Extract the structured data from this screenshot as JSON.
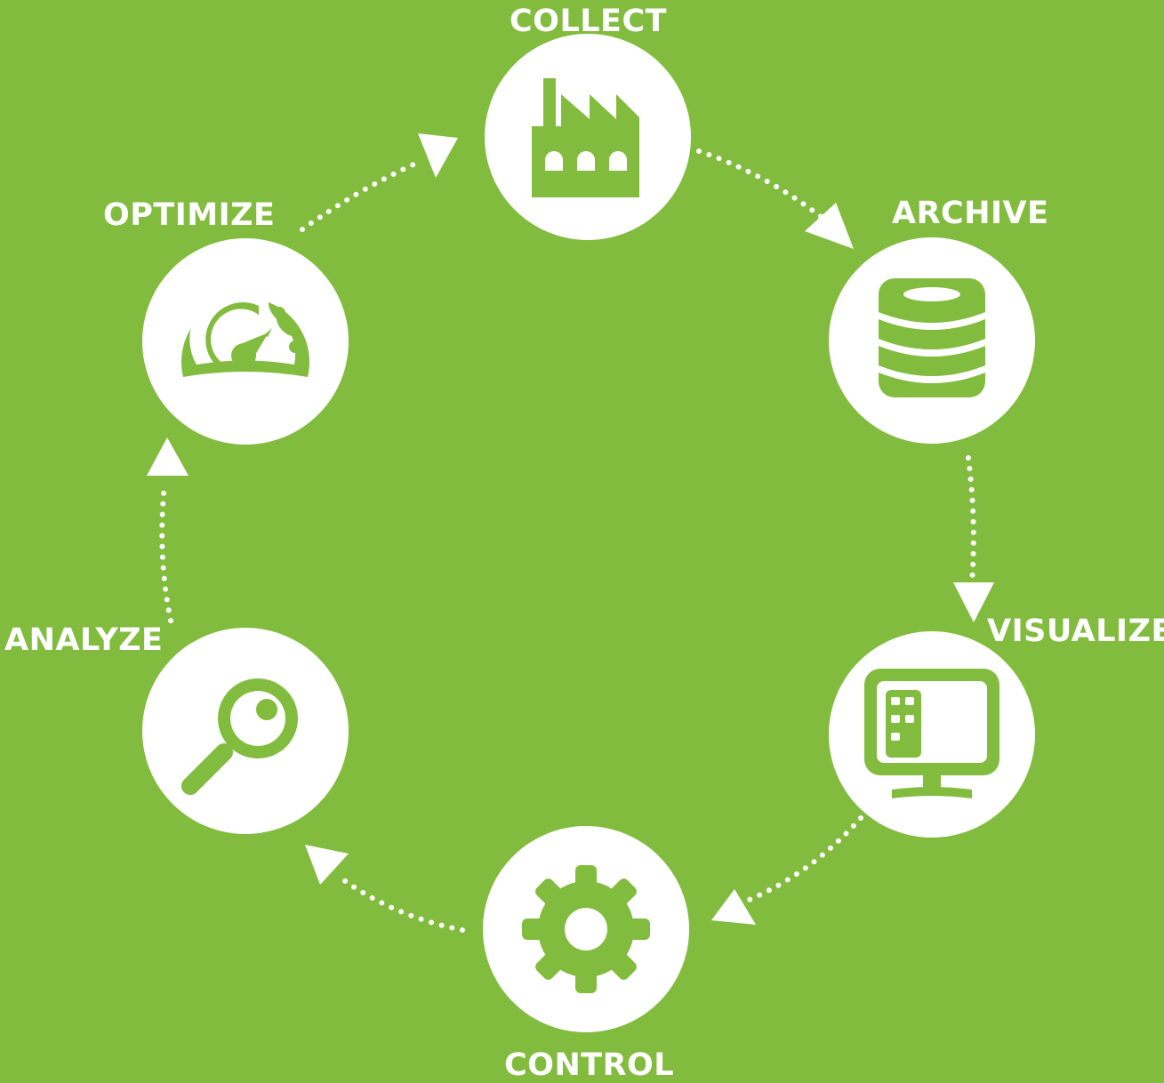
{
  "colors": {
    "background": "#82bc3e",
    "node_fill": "#ffffff",
    "icon_color": "#82bc3e",
    "connector": "#ffffff"
  },
  "stages": [
    {
      "label": "COLLECT",
      "icon": "factory-icon"
    },
    {
      "label": "ARCHIVE",
      "icon": "database-icon"
    },
    {
      "label": "VISUALIZE",
      "icon": "monitor-icon"
    },
    {
      "label": "CONTROL",
      "icon": "gear-icon"
    },
    {
      "label": "ANALYZE",
      "icon": "magnifier-icon"
    },
    {
      "label": "OPTIMIZE",
      "icon": "gauge-icon"
    }
  ],
  "flow": "cyclic-clockwise"
}
